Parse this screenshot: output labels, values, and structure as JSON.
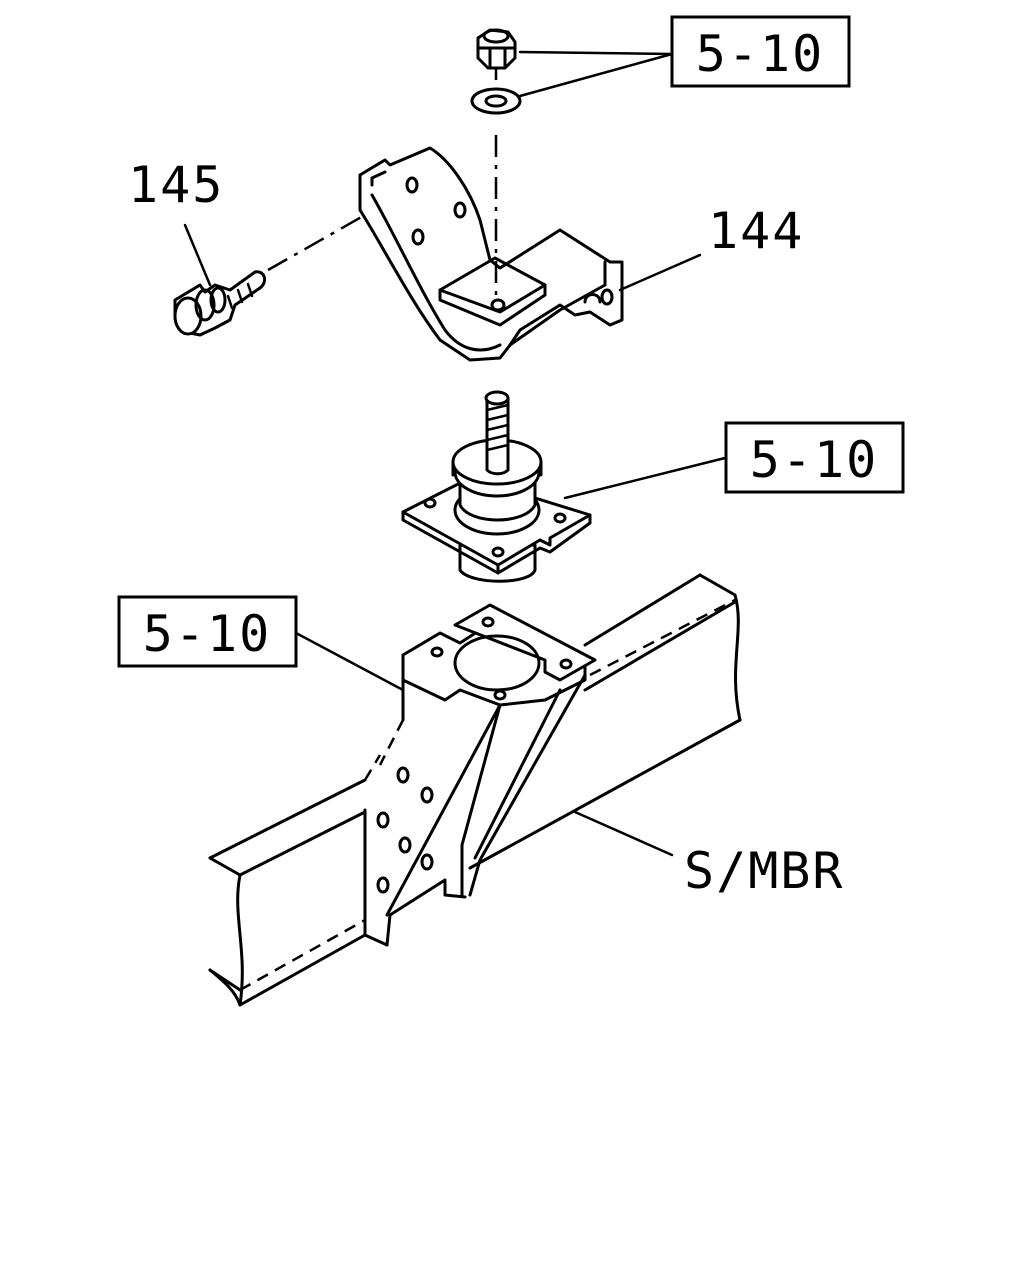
{
  "labels": {
    "ref_nut_washer": "5-10",
    "ref_mount": "5-10",
    "ref_bracket": "5-10",
    "part_bolt": "145",
    "part_bracket": "144",
    "frame_member": "S/MBR"
  }
}
